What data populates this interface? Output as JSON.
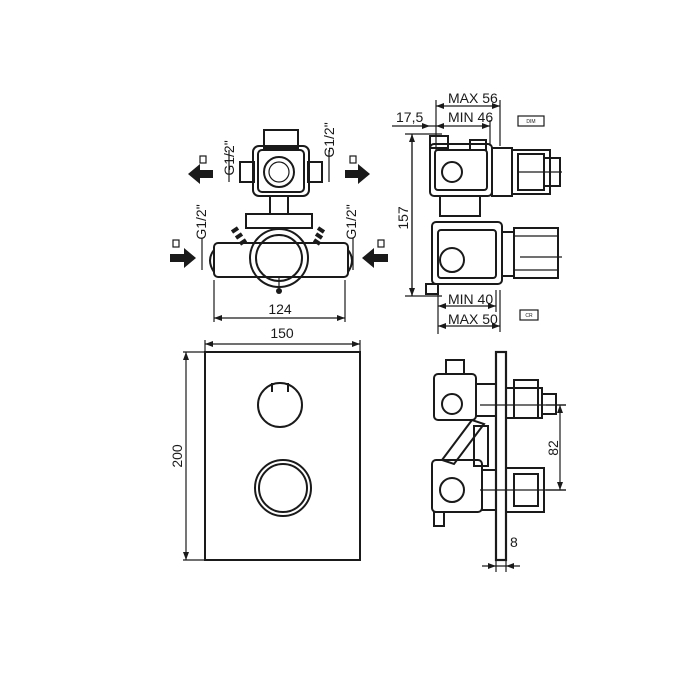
{
  "dimensions": {
    "max56": "MAX 56",
    "min46": "MIN 46",
    "offset": "17,5",
    "height157": "157",
    "min40": "MIN 40",
    "max50": "MAX 50",
    "width124": "124",
    "width150": "150",
    "height200": "200",
    "spacing82": "82",
    "plate8": "8"
  },
  "threads": {
    "top_left": "G1/2\"",
    "top_right": "G1/2\"",
    "bottom_left": "G1/2\"",
    "bottom_right": "G1/2\""
  },
  "tags": {
    "dim_tag": "DIM",
    "cr_tag": "CR"
  }
}
